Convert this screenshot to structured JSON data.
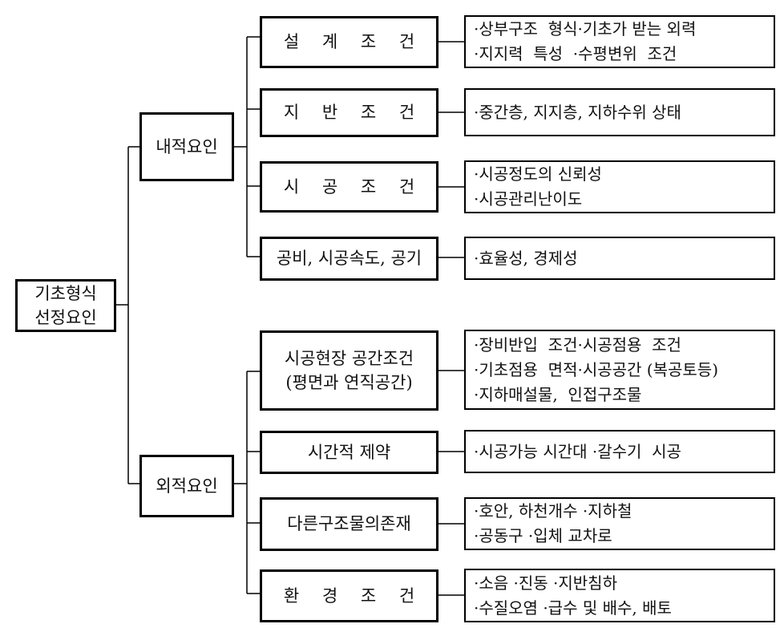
{
  "root": {
    "label": "기초형식\n선정요인"
  },
  "groups": [
    {
      "label": "내적요인",
      "items": [
        {
          "label": "설 계 조 건",
          "details": [
            "·상부구조  형식·기초가 받는 외력",
            "·지지력  특성  ·수평변위  조건"
          ]
        },
        {
          "label": "지 반 조 건",
          "details": [
            "·중간층, 지지층, 지하수위 상태"
          ]
        },
        {
          "label": "시 공 조 건",
          "details": [
            "·시공정도의 신뢰성",
            "·시공관리난이도"
          ]
        },
        {
          "label": "공비, 시공속도, 공기",
          "details": [
            "·효율성, 경제성"
          ]
        }
      ]
    },
    {
      "label": "외적요인",
      "items": [
        {
          "label": "시공현장 공간조건\n(평면과 연직공간)",
          "details": [
            "·장비반입  조건·시공점용  조건",
            "·기초점용  면적·시공공간 (복공토등)",
            "·지하매설물,  인접구조물"
          ]
        },
        {
          "label": "시간적 제약",
          "details": [
            "·시공가능 시간대 ·갈수기  시공"
          ]
        },
        {
          "label": "다른구조물의존재",
          "details": [
            "·호안, 하천개수 ·지하철",
            "·공동구 ·입체 교차로"
          ]
        },
        {
          "label": "환 경 조 건",
          "details": [
            "·소음 ·진동 ·지반침하",
            "·수질오염 ·급수 및 배수, 배토"
          ]
        }
      ]
    }
  ]
}
